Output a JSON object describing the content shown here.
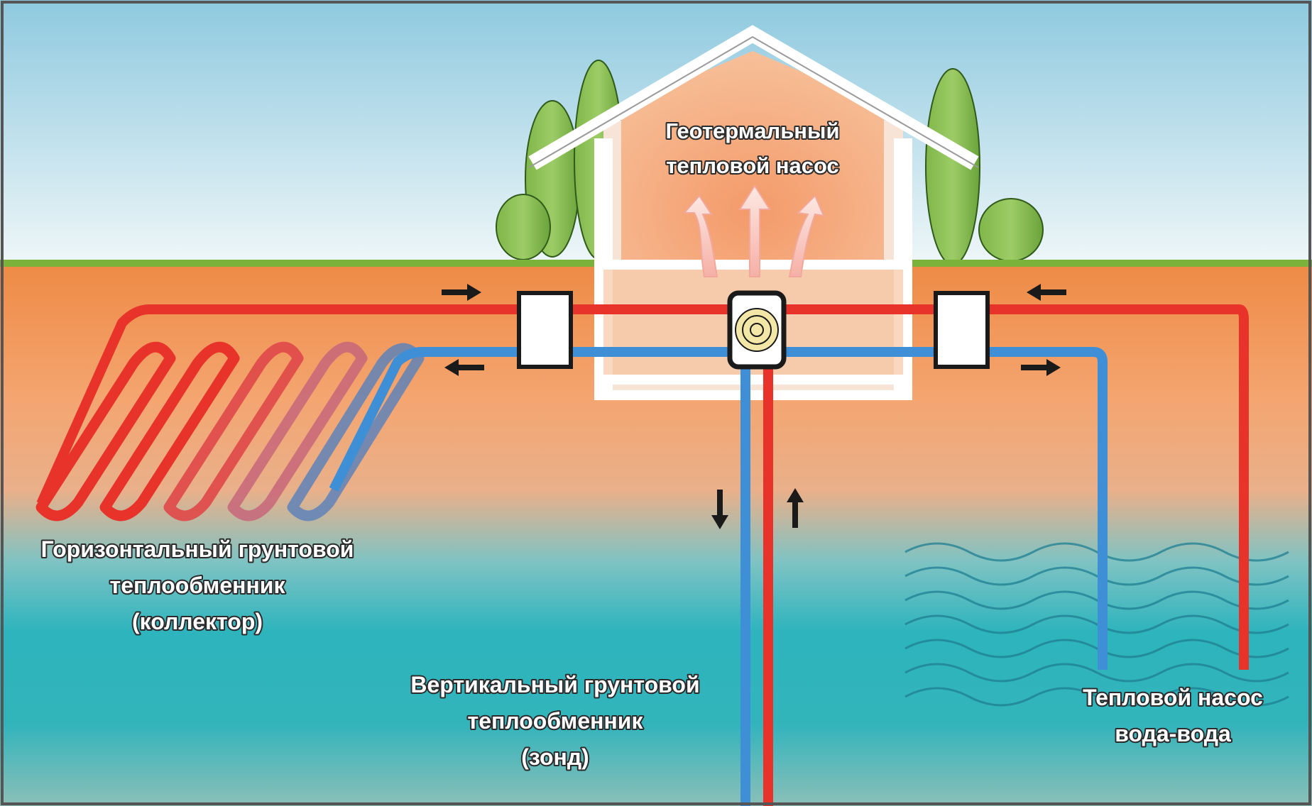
{
  "labels": {
    "house": [
      "Геотермальный",
      "тепловой насос"
    ],
    "horizontal": [
      "Горизонтальный грунтовой",
      "теплообменник",
      "(коллектор)"
    ],
    "vertical": [
      "Вертикальный грунтовой",
      "теплообменник",
      "(зонд)"
    ],
    "water": [
      "Тепловой насос",
      "вода-вода"
    ]
  },
  "colors": {
    "hot_pipe": "#e8332a",
    "cold_pipe": "#3f8fd6",
    "grass": "#7bb33a",
    "tree": "#8fc35a",
    "outline": "#1a1a1a"
  },
  "icons": {
    "pump": "circular-pump-icon",
    "flow": "arrow-icon"
  }
}
